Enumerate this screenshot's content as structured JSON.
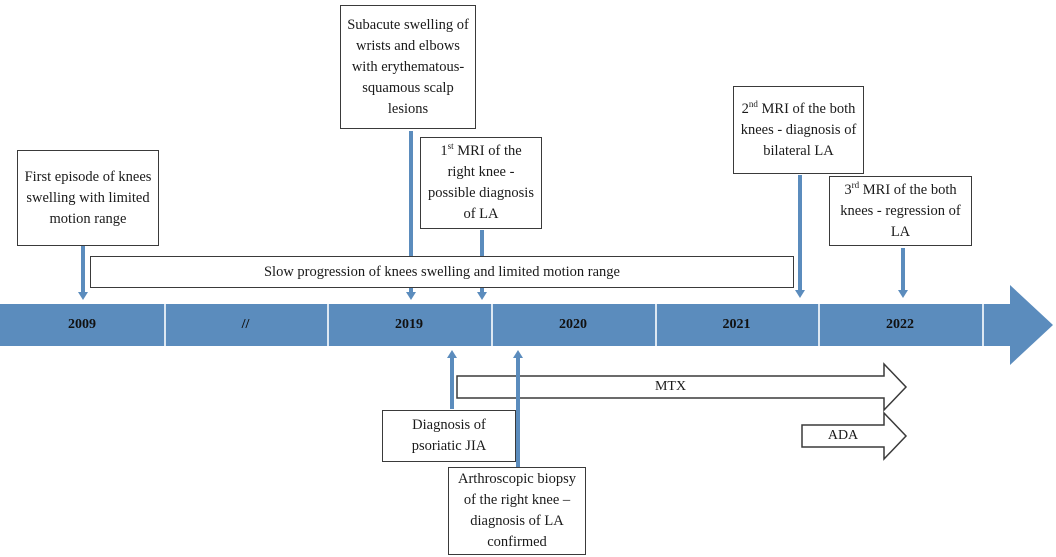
{
  "timeline": {
    "segments": [
      "2009",
      "//",
      "2019",
      "2020",
      "2021",
      "2022",
      ""
    ]
  },
  "events_above": {
    "first_episode": "First episode of knees swelling with limited motion range",
    "subacute_swelling": "Subacute swelling of wrists and elbows with erythematous-squamous scalp lesions",
    "mri1": {
      "num": "1",
      "sup": "st",
      "rest": " MRI of the right knee - possible diagnosis of LA"
    },
    "mri2": {
      "num": "2",
      "sup": "nd",
      "rest": " MRI of the both knees - diagnosis of bilateral LA"
    },
    "mri3": {
      "num": "3",
      "sup": "rd",
      "rest": " MRI of the both knees - regression of LA"
    }
  },
  "progression_bar": "Slow progression of knees swelling and limited motion range",
  "events_below": {
    "diagnosis_jia": "Diagnosis of psoriatic JIA",
    "arthroscopic_biopsy": "Arthroscopic biopsy of the right knee – diagnosis of LA confirmed"
  },
  "treatments": {
    "mtx": "MTX",
    "ada": "ADA"
  },
  "colors": {
    "timeline_fill": "#5b8cbd",
    "separator": "#dce7f2",
    "box_border": "#3a3a3a"
  }
}
